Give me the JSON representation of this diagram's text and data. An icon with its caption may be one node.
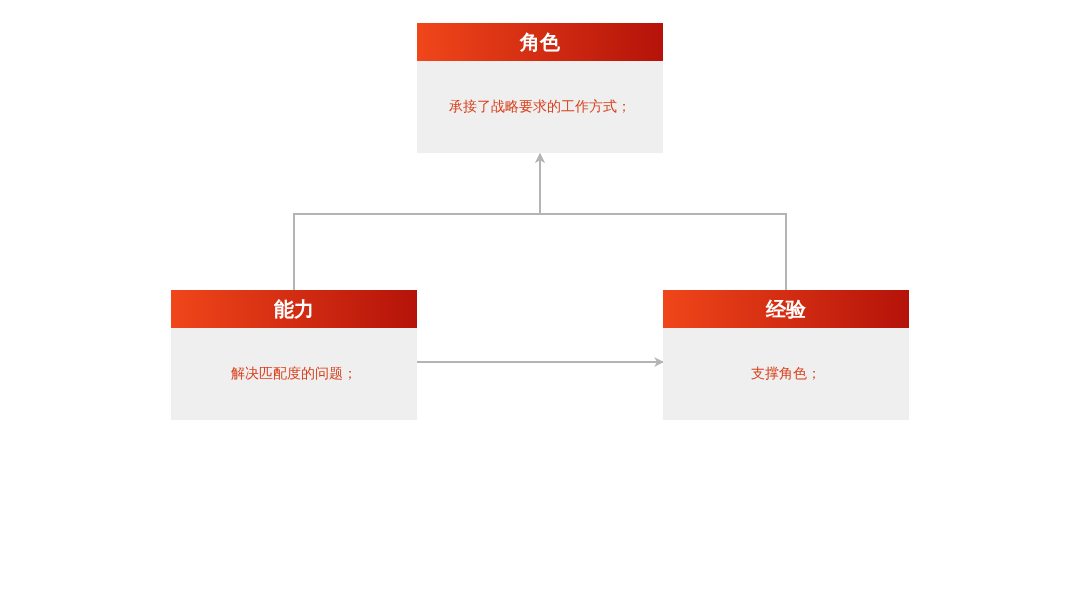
{
  "diagram": {
    "nodes": [
      {
        "text": [
          "角色",
          "承接了战略要求的工作方式；"
        ]
      },
      {
        "text": [
          "能力",
          "解决匹配度的问题；"
        ]
      },
      {
        "text": [
          "经验",
          "支撑角色；"
        ]
      }
    ],
    "edges": [
      {
        "from": 1,
        "to": 0,
        "arrow": "to"
      },
      {
        "from": 2,
        "to": 0,
        "arrow": "to"
      },
      {
        "from": 1,
        "to": 2,
        "arrow": "to"
      }
    ]
  }
}
